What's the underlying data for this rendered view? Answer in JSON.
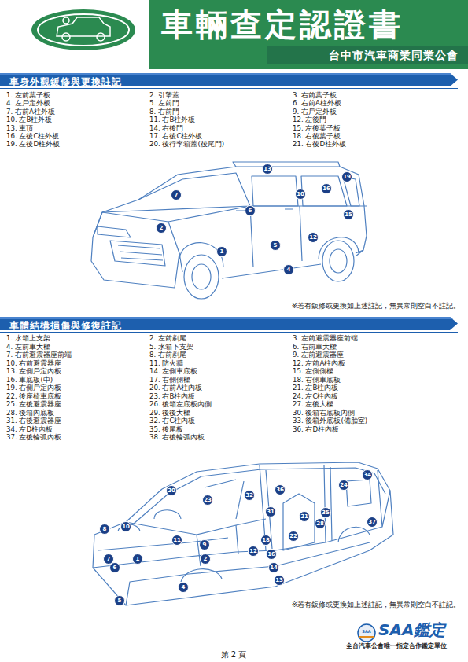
{
  "diagram": {
    "title": "車輛查定認證書",
    "nodes": [
      {
        "text": [
          "車身外觀鈑修與更換註記"
        ]
      },
      {
        "text": [
          "車體結構損傷與修復註記"
        ]
      }
    ],
    "labels": [
      "台中市汽車商業同業公會",
      "1. 左前葉子板",
      "2. 引擎蓋",
      "3. 右前葉子板",
      "4. 左戶定外板",
      "5. 左前門",
      "6. 右前A柱外板",
      "7. 右前A柱外板",
      "8. 右前門",
      "9. 右戶定外板",
      "10. 左B柱外板",
      "11. 右B柱外板",
      "12. 左後門",
      "13. 車頂",
      "14. 右後門",
      "15. 左後葉子板",
      "16. 左後C柱外板",
      "17. 右後C柱外板",
      "18. 右後葉子板",
      "19. 左後D柱外板",
      "20. 後行李箱蓋(後尾門)",
      "21. 右後D柱外板",
      "※若有鈑修或更換如上述註記，無異常則空白不註記。",
      "1. 水箱上支架",
      "2. 左前剷尾",
      "3. 左前避震器座前端",
      "4. 左前車大樑",
      "5. 水箱下支架",
      "6. 右前車大樑",
      "7. 右前避震器座前端",
      "8. 右前剷尾",
      "9. 左前避震器座",
      "10. 右前避震器座",
      "11. 防火牆",
      "12. 左前A柱內板",
      "13. 左側戶定內板",
      "14. 左側車底板",
      "15. 左側側樑",
      "16. 車底板(中)",
      "17. 右側側樑",
      "18. 右側車底板",
      "19. 右側戶定內板",
      "20. 右前A柱內板",
      "21. 左B柱內板",
      "22. 後座椅車底板",
      "23. 右B柱內板",
      "24. 左C柱內板",
      "25. 左後避震器座",
      "26. 後箱左底板內側",
      "27. 左後大樑",
      "28. 後箱內底板",
      "29. 後後大樑",
      "30. 後箱右底板內側",
      "31. 右後避震器座",
      "32. 右C柱內板",
      "33. 後箱外底板(備胎室)",
      "34. 左D柱內板",
      "35. 後尾板",
      "36. 右D柱內板",
      "37. 左後輪弧內板",
      "38. 右後輪弧內板",
      "※若有鈑修或更換如上述註記，無異常則空白不註記。",
      "13",
      "19",
      "16",
      "10",
      "7",
      "6",
      "15",
      "2",
      "12",
      "5",
      "1",
      "4",
      "20",
      "23",
      "32",
      "36",
      "34",
      "24",
      "31",
      "21",
      "35",
      "28",
      "37",
      "8",
      "10",
      "11",
      "9",
      "18",
      "22",
      "12",
      "16",
      "7",
      "1",
      "2",
      "6",
      "14",
      "13",
      "4",
      "5",
      "SAA",
      "SAA鑑定",
      "全台汽車公會唯一指定合作鑑定單位",
      "第 2 頁"
    ]
  }
}
